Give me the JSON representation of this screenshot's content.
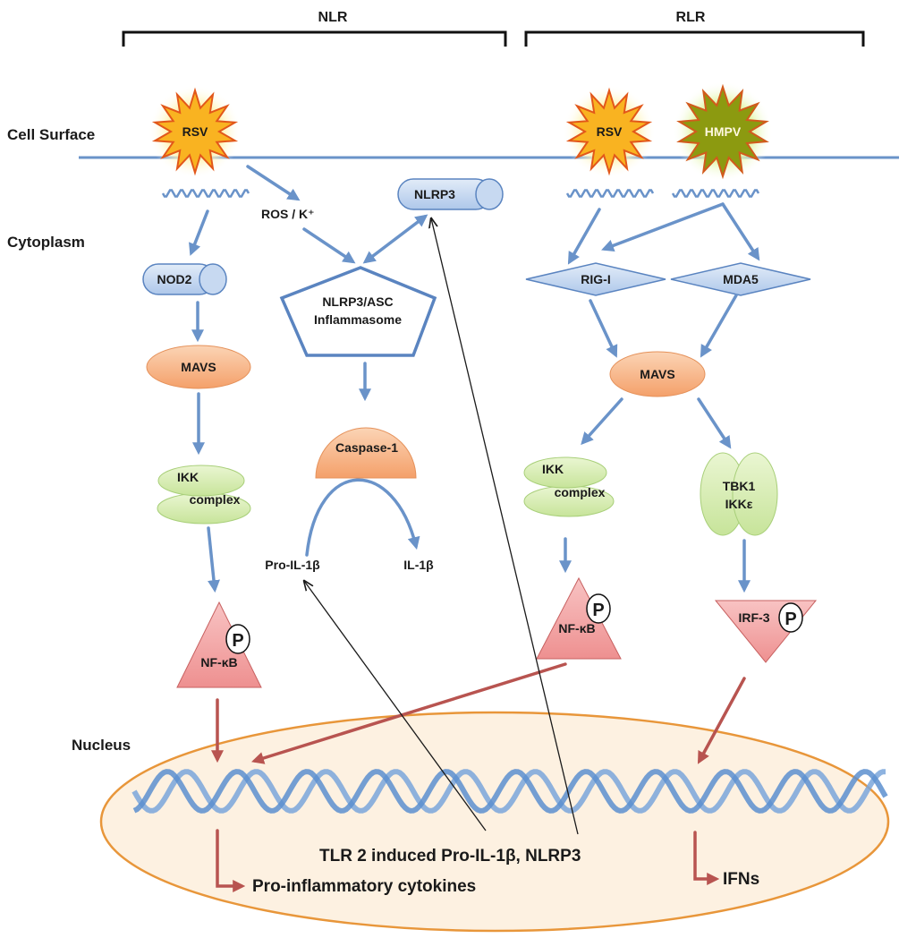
{
  "groups": {
    "nlr": "NLR",
    "rlr": "RLR"
  },
  "regions": {
    "surface": "Cell Surface",
    "cytoplasm": "Cytoplasm",
    "nucleus": "Nucleus"
  },
  "viruses": {
    "rsv_nlr": "RSV",
    "rsv_rlr": "RSV",
    "hmpv": "HMPV"
  },
  "nodes": {
    "nod2": "NOD2",
    "mavs_left": "MAVS",
    "ikk_left_1": "IKK",
    "ikk_left_2": "complex",
    "nfkb_left": "NF-κB",
    "ros": "ROS / K⁺",
    "nlrp3": "NLRP3",
    "inflammasome_1": "NLRP3/ASC",
    "inflammasome_2": "Inflammasome",
    "caspase": "Caspase-1",
    "pro_il1b": "Pro-IL-1β",
    "il1b": "IL-1β",
    "rigi": "RIG-I",
    "mda5": "MDA5",
    "mavs_right": "MAVS",
    "ikk_right_1": "IKK",
    "ikk_right_2": "complex",
    "tbk1": "TBK1",
    "ikke": "IKKε",
    "nfkb_right": "NF-κB",
    "irf3": "IRF-3",
    "phospho": "P"
  },
  "outputs": {
    "tlr2": "TLR 2 induced Pro-IL-1β, NLRP3",
    "proinflammatory": "Pro-inflammatory cytokines",
    "ifns": "IFNs"
  },
  "colors": {
    "arrow_blue": "#6a93c9",
    "arrow_red": "#b85450",
    "receptor_fill": "#c7d9f1",
    "mavs_fill": "#f7b98f",
    "ikk_fill": "#d6ecb0",
    "nfkb_fill": "#f2a5a5",
    "rsv_fill": "#f9b321",
    "hmpv_fill": "#8c9a10",
    "nucleus_stroke": "#e8963a",
    "nucleus_fill": "#fdf1e1"
  },
  "icons": {
    "virus": "starburst-icon",
    "rna": "wavy-rna-icon",
    "dna": "double-helix-icon"
  }
}
